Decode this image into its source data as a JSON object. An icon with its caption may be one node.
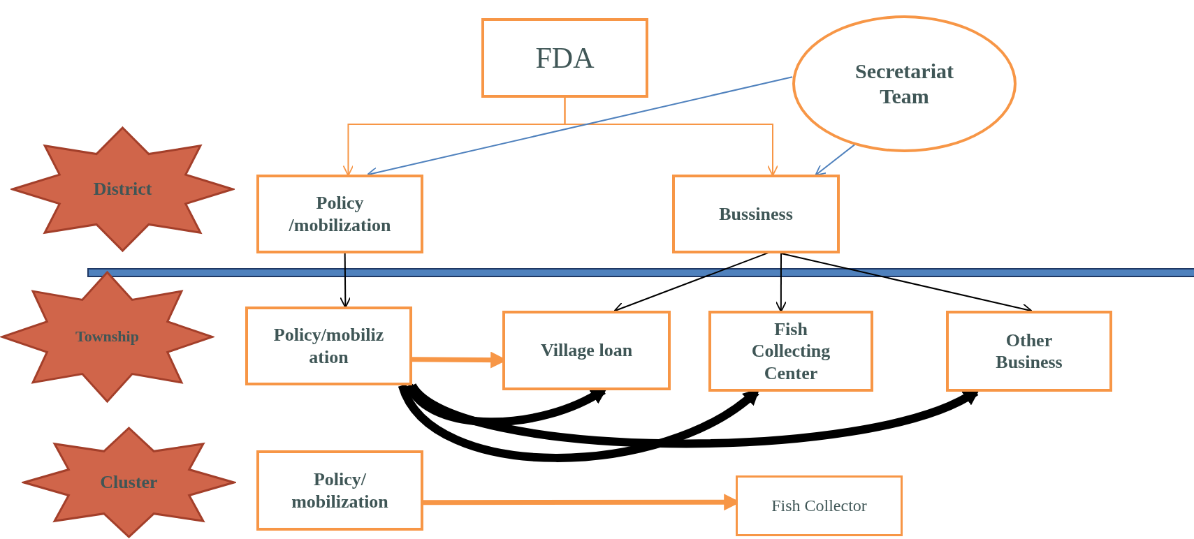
{
  "diagram": {
    "nodes": [
      {
        "text": [
          "FDA"
        ]
      },
      {
        "text": [
          "Secretariat Team"
        ]
      },
      {
        "text": [
          "District"
        ]
      },
      {
        "text": [
          "Policy /mobilization"
        ]
      },
      {
        "text": [
          "Bussiness"
        ]
      },
      {
        "text": [
          "Township"
        ]
      },
      {
        "text": [
          "Policy/mobiliz ation"
        ]
      },
      {
        "text": [
          "Village loan"
        ]
      },
      {
        "text": [
          "Fish Collecting Center"
        ]
      },
      {
        "text": [
          "Other Business"
        ]
      },
      {
        "text": [
          "Cluster"
        ]
      },
      {
        "text": [
          "Policy/ mobilization"
        ]
      },
      {
        "text": [
          "Fish Collector"
        ]
      }
    ],
    "edges": [
      {
        "from": 0,
        "to": 3,
        "arrow": "to",
        "color": "#f79646"
      },
      {
        "from": 0,
        "to": 4,
        "arrow": "to",
        "color": "#f79646"
      },
      {
        "from": 1,
        "to": 3,
        "arrow": "to",
        "color": "#4f81bd"
      },
      {
        "from": 1,
        "to": 4,
        "arrow": "to",
        "color": "#4f81bd"
      },
      {
        "from": 3,
        "to": 6,
        "arrow": "to"
      },
      {
        "from": 4,
        "to": 7,
        "arrow": "to"
      },
      {
        "from": 4,
        "to": 8,
        "arrow": "to"
      },
      {
        "from": 4,
        "to": 9,
        "arrow": "to"
      },
      {
        "from": 6,
        "to": 7,
        "arrow": "to",
        "style": "thick",
        "color": "#f79646"
      },
      {
        "from": 6,
        "to": 7,
        "arrow": "to",
        "style": "thick"
      },
      {
        "from": 6,
        "to": 8,
        "arrow": "to",
        "style": "thick"
      },
      {
        "from": 6,
        "to": 9,
        "arrow": "to",
        "style": "thick"
      },
      {
        "from": 11,
        "to": 12,
        "arrow": "to",
        "style": "thick",
        "color": "#f79646"
      }
    ]
  }
}
